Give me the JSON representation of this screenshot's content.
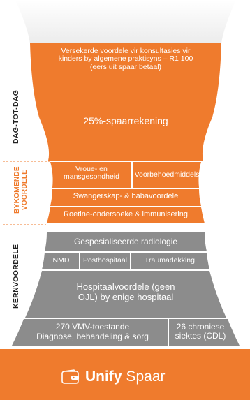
{
  "side_labels": {
    "day_to_day": "DAG-TOT-DAG",
    "additional": "BYKOMENDE VOORDELE",
    "core": "KERNVOORDELE"
  },
  "day_to_day": {
    "consultations": "Versekerde voordele vir konsultasies vir kinders by algemene praktisyns – R1 100 (eers uit spaar betaal)",
    "savings": "25%-spaarrekening"
  },
  "additional": {
    "womens_health": "Vroue- en mansgesondheid",
    "contraceptives": "Voorbehoedmiddels",
    "maternity": "Swangerskap- & babavoordele",
    "screening": "Roetine-ondersoeke & immunisering"
  },
  "core": {
    "radiology": "Gespesialiseerde radiologie",
    "nmd": "NMD",
    "post_hospital": "Posthospitaal",
    "trauma": "Traumadekking",
    "hospital": "Hospitaalvoordele (geen OJL) by enige hospitaal",
    "pmb_title": "270 VMV-toestande",
    "pmb_sub": "Diagnose, behandeling & sorg",
    "cdl": "26 chroniese siektes (CDL)"
  },
  "brand": {
    "name_bold": "Unify",
    "name_light": "Spaar",
    "icon": "wallet-icon"
  },
  "colors": {
    "orange": "#ef7b2d",
    "grey": "#8c8c8c",
    "brand_orange": "#ef7b2d",
    "dashed_orange": "#ef7b2d",
    "label_dark": "#222222",
    "label_orange": "#ef7b2d"
  }
}
